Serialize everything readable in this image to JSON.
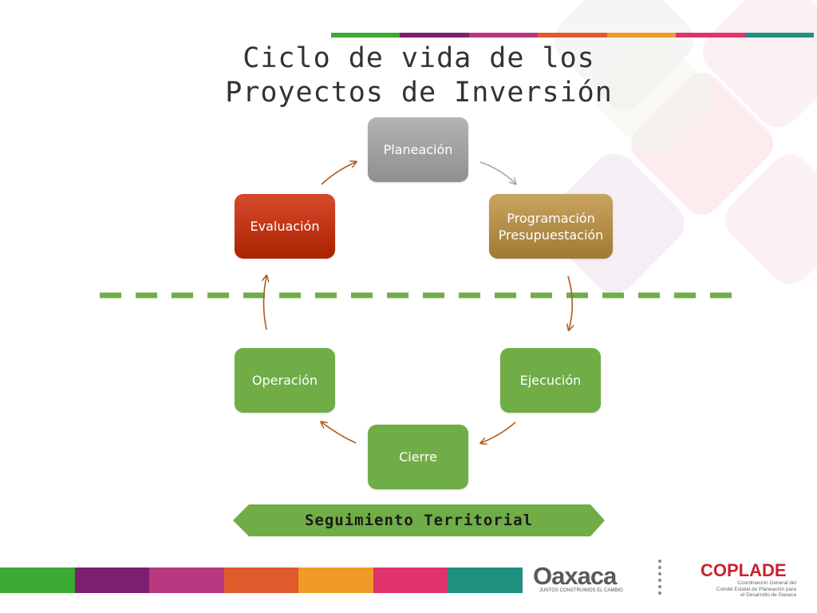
{
  "slide": {
    "title_line1": "Ciclo de vida de los",
    "title_line2": "Proyectos de Inversión"
  },
  "cycle": {
    "nodes": {
      "planeacion": "Planeación",
      "programacion_line1": "Programación",
      "programacion_line2": "Presupuestación",
      "ejecucion": "Ejecución",
      "cierre": "Cierre",
      "operacion": "Operación",
      "evaluacion": "Evaluación"
    }
  },
  "seguimiento": {
    "label": "Seguimiento Territorial"
  },
  "logos": {
    "oaxaca_word": "Oaxaca",
    "oaxaca_tagline": "JUNTOS CONSTRUIMOS EL CAMBIO",
    "coplade_title": "COPLADE",
    "coplade_sub1": "Coordinación General del",
    "coplade_sub2": "Comité Estatal de Planeación para",
    "coplade_sub3": "el Desarrollo de Oaxaca"
  },
  "colors": {
    "green": "#70ad47",
    "arrow": "#b05a1a",
    "evaluacion": "#c0321a",
    "programacion": "#b38c45",
    "planeacion": "#a0a0a0",
    "band": [
      "#3aaa35",
      "#7b1f6e",
      "#b8387f",
      "#e05a2b",
      "#f09a27",
      "#e0336b",
      "#1f8f80"
    ]
  }
}
